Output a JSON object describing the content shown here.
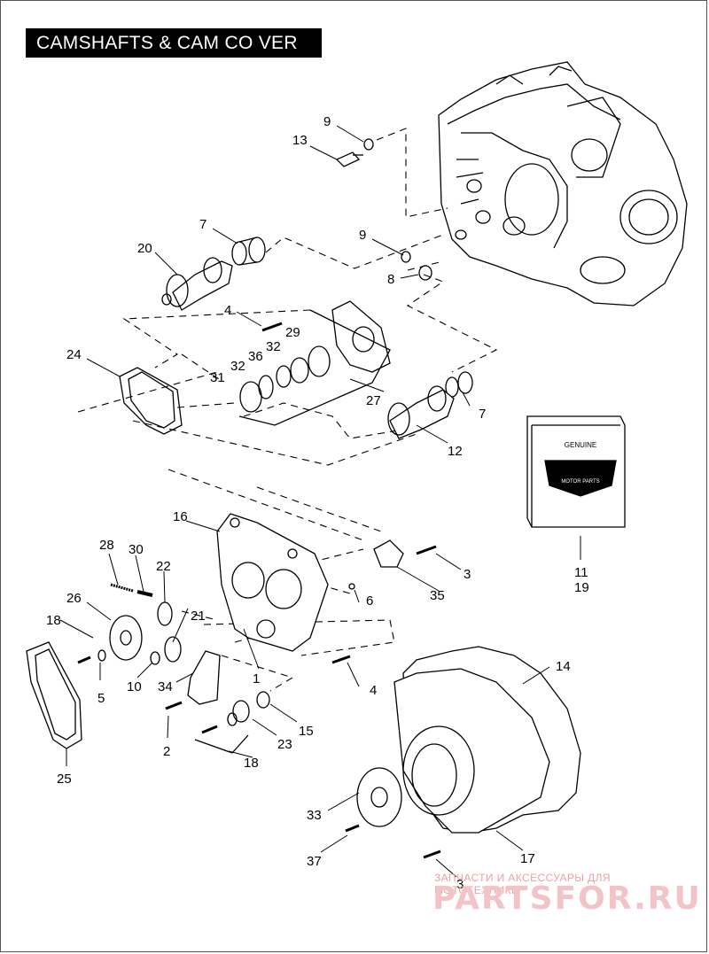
{
  "title": "CAMSHAFTS & CAM CO VER",
  "callouts": [
    "9",
    "13",
    "7",
    "20",
    "9",
    "8",
    "4",
    "29",
    "32",
    "36",
    "32",
    "31",
    "24",
    "27",
    "7",
    "12",
    "16",
    "28",
    "30",
    "22",
    "26",
    "21",
    "18",
    "5",
    "10",
    "34",
    "1",
    "6",
    "3",
    "35",
    "11",
    "19",
    "14",
    "4",
    "2",
    "23",
    "15",
    "18",
    "25",
    "33",
    "37",
    "3",
    "17"
  ],
  "badge": {
    "line1": "GENUINE",
    "line2": "MOTOR PARTS"
  },
  "watermark": {
    "top_text": "ЗАПЧАСТИ И АКСЕССУАРЫ ДЛЯ МОТОТЕХНИКИ",
    "logo": "PARTSFOR.RU"
  },
  "colors": {
    "line": "#000000",
    "watermark": "#e88a92",
    "title_bg": "#000000"
  }
}
